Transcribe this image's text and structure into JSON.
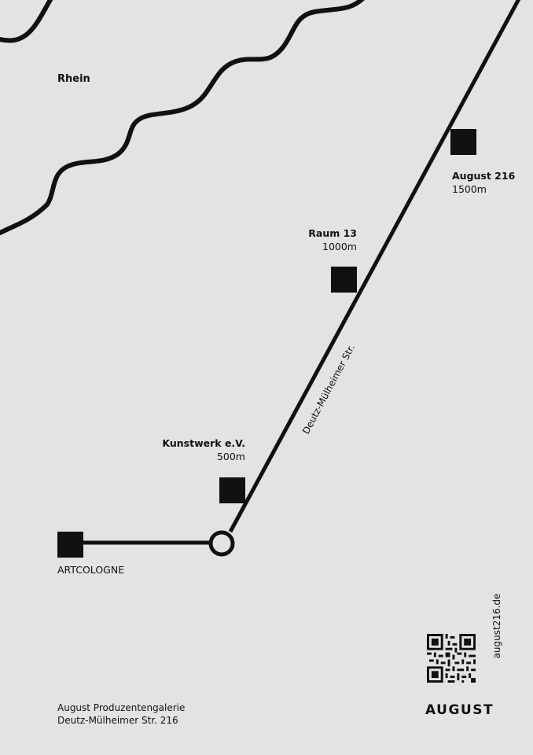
{
  "river": {
    "name": "Rhein"
  },
  "street": {
    "name": "Deutz-Mülheimer Str."
  },
  "venues": [
    {
      "name": "ARTCOLOGNE",
      "distance": ""
    },
    {
      "name": "Kunstwerk e.V.",
      "distance": "500m"
    },
    {
      "name": "Raum 13",
      "distance": "1000m"
    },
    {
      "name": "August 216",
      "distance": "1500m"
    }
  ],
  "footer": {
    "line1": "August Produzentengalerie",
    "line2": "Deutz-Mülheimer Str. 216"
  },
  "brand": "AUGUST",
  "website": "august216.de",
  "colors": {
    "background": "#e3e3e3",
    "ink": "#111111"
  },
  "icons": [
    "qr-code-icon"
  ]
}
